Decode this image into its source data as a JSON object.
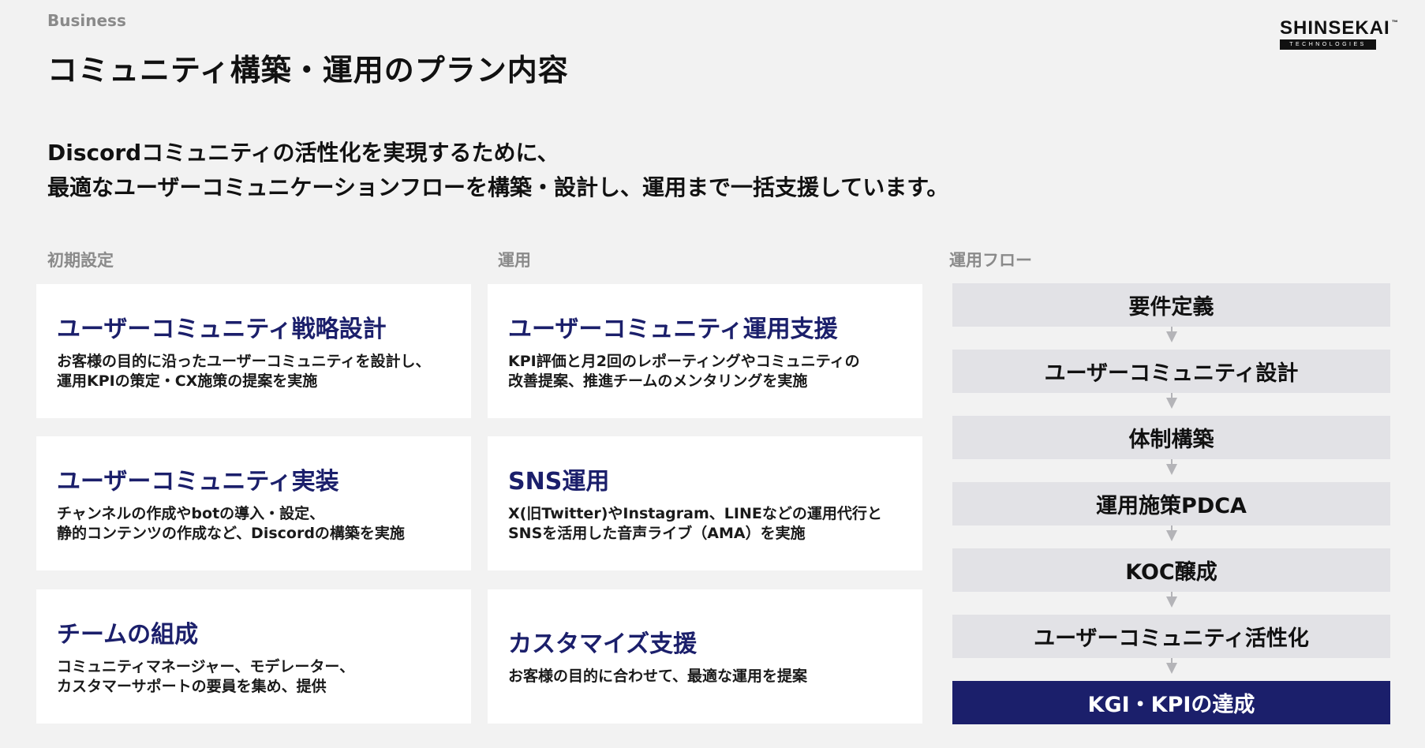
{
  "header": {
    "section": "Business",
    "title": "コミュニティ構築・運用のプラン内容"
  },
  "logo": {
    "main": "SHINSEKAI",
    "tm": "™",
    "sub": "TECHNOLOGIES"
  },
  "lead": {
    "line1": "Discordコミュニティの活性化を実現するために、",
    "line2": "最適なユーザーコミュニケーションフローを構築・設計し、運用まで一括支援しています。"
  },
  "columns": {
    "initial": {
      "label": "初期設定",
      "cards": [
        {
          "title": "ユーザーコミュニティ戦略設計",
          "desc1": "お客様の目的に沿ったユーザーコミュニティを設計し、",
          "desc2": "運用KPIの策定・CX施策の提案を実施"
        },
        {
          "title": "ユーザーコミュニティ実装",
          "desc1": "チャンネルの作成やbotの導入・設定、",
          "desc2": "静的コンテンツの作成など、Discordの構築を実施"
        },
        {
          "title": "チームの組成",
          "desc1": "コミュニティマネージャー、モデレーター、",
          "desc2": "カスタマーサポートの要員を集め、提供"
        }
      ]
    },
    "operation": {
      "label": "運用",
      "cards": [
        {
          "title": "ユーザーコミュニティ運用支援",
          "desc1": "KPI評価と月2回のレポーティングやコミュニティの",
          "desc2": "改善提案、推進チームのメンタリングを実施"
        },
        {
          "title": "SNS運用",
          "desc1": "X(旧Twitter)やInstagram、LINEなどの運用代行と",
          "desc2": "SNSを活用した音声ライブ（AMA）を実施"
        },
        {
          "title": "カスタマイズ支援",
          "desc1": "お客様の目的に合わせて、最適な運用を提案",
          "desc2": ""
        }
      ]
    },
    "flow": {
      "label": "運用フロー",
      "steps": [
        "要件定義",
        "ユーザーコミュニティ設計",
        "体制構築",
        "運用施策PDCA",
        "KOC醸成",
        "ユーザーコミュニティ活性化",
        "KGI・KPIの達成"
      ]
    }
  },
  "colors": {
    "accent": "#1b1f6b",
    "flow_box": "#e2e2e6",
    "background": "#f2f2f2"
  }
}
